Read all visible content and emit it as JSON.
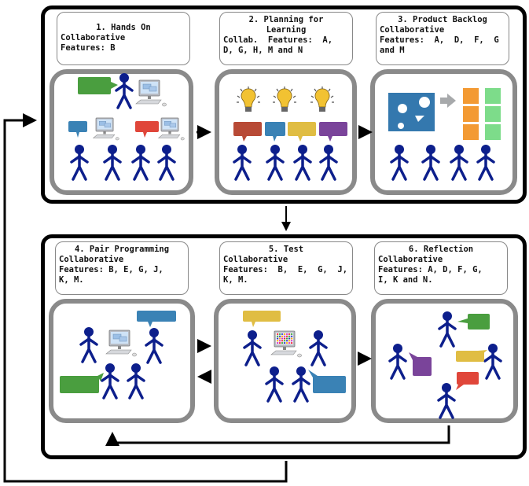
{
  "stages": [
    {
      "id": 1,
      "title": "1. Hands On",
      "lines": [
        "Collaborative",
        "Features: B"
      ],
      "scene": "developers-with-computers"
    },
    {
      "id": 2,
      "title": "2. Planning for",
      "title2": "Learning",
      "lines": [
        "Collab.  Features:  A,",
        "D, G, H, M and N"
      ],
      "scene": "ideas-discussion"
    },
    {
      "id": 3,
      "title": "3. Product Backlog",
      "lines": [
        "Collaborative",
        "Features:  A,  D,  F,  G",
        "and M"
      ],
      "scene": "backlog-board"
    },
    {
      "id": 4,
      "title": "4. Pair Programming",
      "lines": [
        "Collaborative",
        "Features: B, E, G, J,",
        "K, M."
      ],
      "scene": "pair-at-computer"
    },
    {
      "id": 5,
      "title": "5. Test",
      "lines": [
        "Collaborative",
        "Features:  B,  E,  G,  J,",
        "K, M."
      ],
      "scene": "testing-at-computer"
    },
    {
      "id": 6,
      "title": "6. Reflection",
      "lines": [
        "Collaborative",
        "Features: A, D, F, G,",
        "I, K and N."
      ],
      "scene": "team-discussion"
    }
  ],
  "colors": {
    "person": "#0d1f8c",
    "bubble_green": "#4a9e3f",
    "bubble_blue": "#3a82b5",
    "bubble_red": "#e0463a",
    "bubble_brown": "#b84a36",
    "bubble_yellow": "#e0bd43",
    "bubble_purple": "#7a449a",
    "bulb": "#f2c232",
    "board": "#3478ae",
    "note_orange": "#f39a33",
    "note_green": "#7ddc8a",
    "frame": "#8a8a8a"
  },
  "flow": [
    {
      "from": 1,
      "to": 2
    },
    {
      "from": 2,
      "to": 3
    },
    {
      "from": 3,
      "to": 5
    },
    {
      "from": 4,
      "to": 5
    },
    {
      "from": 5,
      "to": 4
    },
    {
      "from": 5,
      "to": 6
    },
    {
      "from": 6,
      "to": 4
    },
    {
      "from": "bottom-group",
      "to": "top-group"
    }
  ]
}
